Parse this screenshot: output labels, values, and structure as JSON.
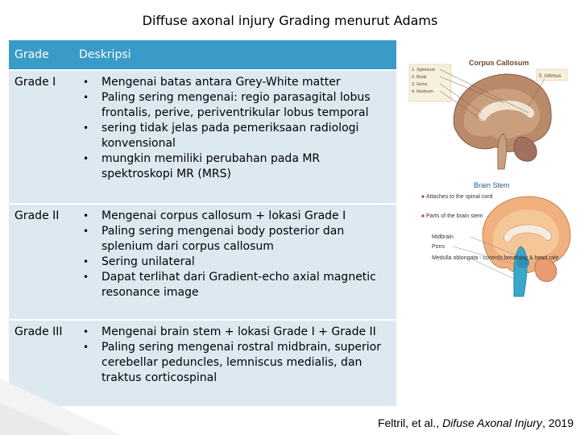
{
  "title": "Diffuse axonal injury  Grading menurut Adams",
  "table": {
    "headers": [
      "Grade",
      "Deskripsi"
    ],
    "rows": [
      {
        "grade": "Grade I",
        "items": [
          "Mengenai batas antara Grey-White matter",
          "Paling sering mengenai: regio parasagital lobus frontalis, perive, periventrikular lobus temporal",
          "sering tidak jelas pada pemeriksaan radiologi konvensional",
          "mungkin memiliki perubahan pada MR spektroskopi MR (MRS)"
        ]
      },
      {
        "grade": "Grade II",
        "items": [
          "Mengenai corpus callosum + lokasi Grade I",
          "Paling sering mengenai body posterior dan splenium dari corpus callosum",
          "Sering unilateral",
          "Dapat terlihat dari Gradient-echo axial magnetic resonance image"
        ]
      },
      {
        "grade": "Grade III",
        "items": [
          "Mengenai brain stem + lokasi Grade I + Grade II",
          "Paling sering mengenai rostral midbrain, superior cerebellar peduncles, lemniscus medialis, dan traktus corticospinal"
        ]
      }
    ]
  },
  "figure_top": {
    "title": "Corpus Callosum",
    "legend": [
      "1.  Splenium",
      "2.  Body",
      "3.  Genu",
      "4.  Rostrum"
    ],
    "isthmus": "5. Isthmus"
  },
  "figure_bottom": {
    "title": "Brain Stem",
    "labels": [
      "Attaches to the spinal cord",
      "Parts of the brain stem",
      "Midbrain",
      "Pons",
      "Medulla oblongata - controls breathing & heart rate"
    ]
  },
  "citation": {
    "authors": "Feltril, et al., ",
    "work": "Difuse Axonal Injury",
    "year": ", 2019"
  }
}
